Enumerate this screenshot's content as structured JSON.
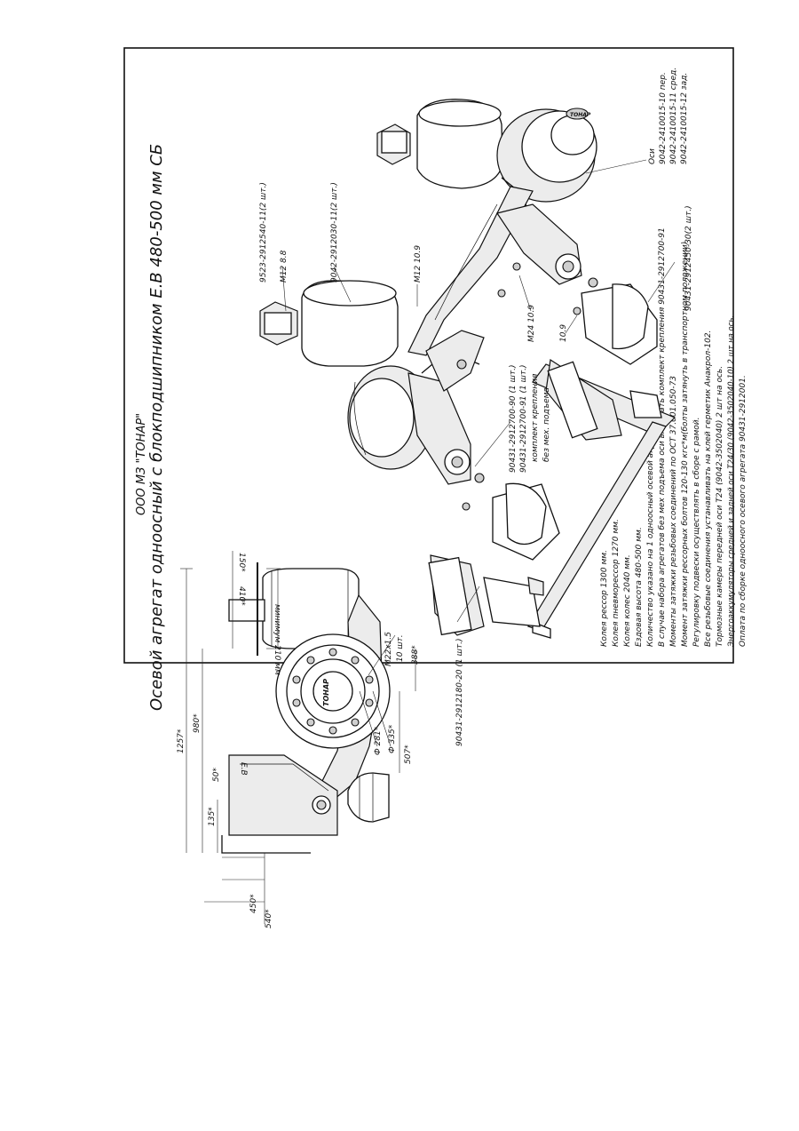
{
  "company": "ООО МЗ \"ТОНАР\"",
  "title": "Осевой агрегат одноосный с блокподшипником  Е.В 480-500 мм СБ",
  "hub_brand": "ТОНАР",
  "callouts": {
    "chamber_support": "9523-2912540-11(2 шт.)",
    "bolt_m12_88": "М12 8.8",
    "air_spring": "9042-2912030-11(2 шт.)",
    "bolt_m12_109": "М12 10.9",
    "bolt_m24_109": "М24 10.9",
    "torque_class": "10.9",
    "axles_title": "Оси",
    "axle_front": "9042-2410015-10 пер.",
    "axle_middle": "9042-2410015-11 сред.",
    "axle_rear": "9042-2410015-12 зад.",
    "bracket_right": "90431-2912450-30(2 шт.)",
    "mount_kit_1": "90431-2912700-90 (1 шт.)",
    "mount_kit_2": "90431-2912700-91 (1 шт.)",
    "mount_kit_note_1": "комплект крепления",
    "mount_kit_note_2": "без мех. подъема",
    "crossmember": "90431-2912180-20  (1 шт.)"
  },
  "dimensions": {
    "min_label": "минимум 210 мм",
    "d150": "150*",
    "d410": "410*",
    "d1257": "1257*",
    "d980": "980*",
    "d135": "135*",
    "d50": "50*",
    "e8": "Е.В",
    "d388": "388*",
    "d507": "507*",
    "d335": "Ф 335*",
    "d281": "Ф 281*",
    "m22": "М22х1.5",
    "m22_qty": "10 шт.",
    "d450": "450*",
    "d540": "540*"
  },
  "notes": [
    "Колея рессор 1300 мм.",
    "Колея пневморессор 1270 мм.",
    "Колея колес 2040 мм.",
    "Ездовая высота 480-500 мм.",
    "Количество указано на 1 одноосный осевой агрегат.",
    "В случае наборa агрегатов без мех подъема оси включать комплект крепления 90431-2912700-91",
    "Моменты затяжки резьбовых соединений по ОСТ 37.001.050-73",
    "Момент затяжки рессорных болтов 120-130 кгс*м(болты затянуть в транспортном положении)",
    "Регулировку подвески осуществлять в сборе с рамой.",
    "Все резьбовые соединения устанавливать на клей герметик Анакрол-102.",
    "Тормозные камеры передней оси T24 (9042-3502040) 2 шт на ось.",
    "Энергоаккумуляторы средней и задней оси T24/30 (9042-3502040-10) 2 шт на ось.",
    "Оплата по сборке одноосного осевого агрегата 90431-2912001."
  ]
}
